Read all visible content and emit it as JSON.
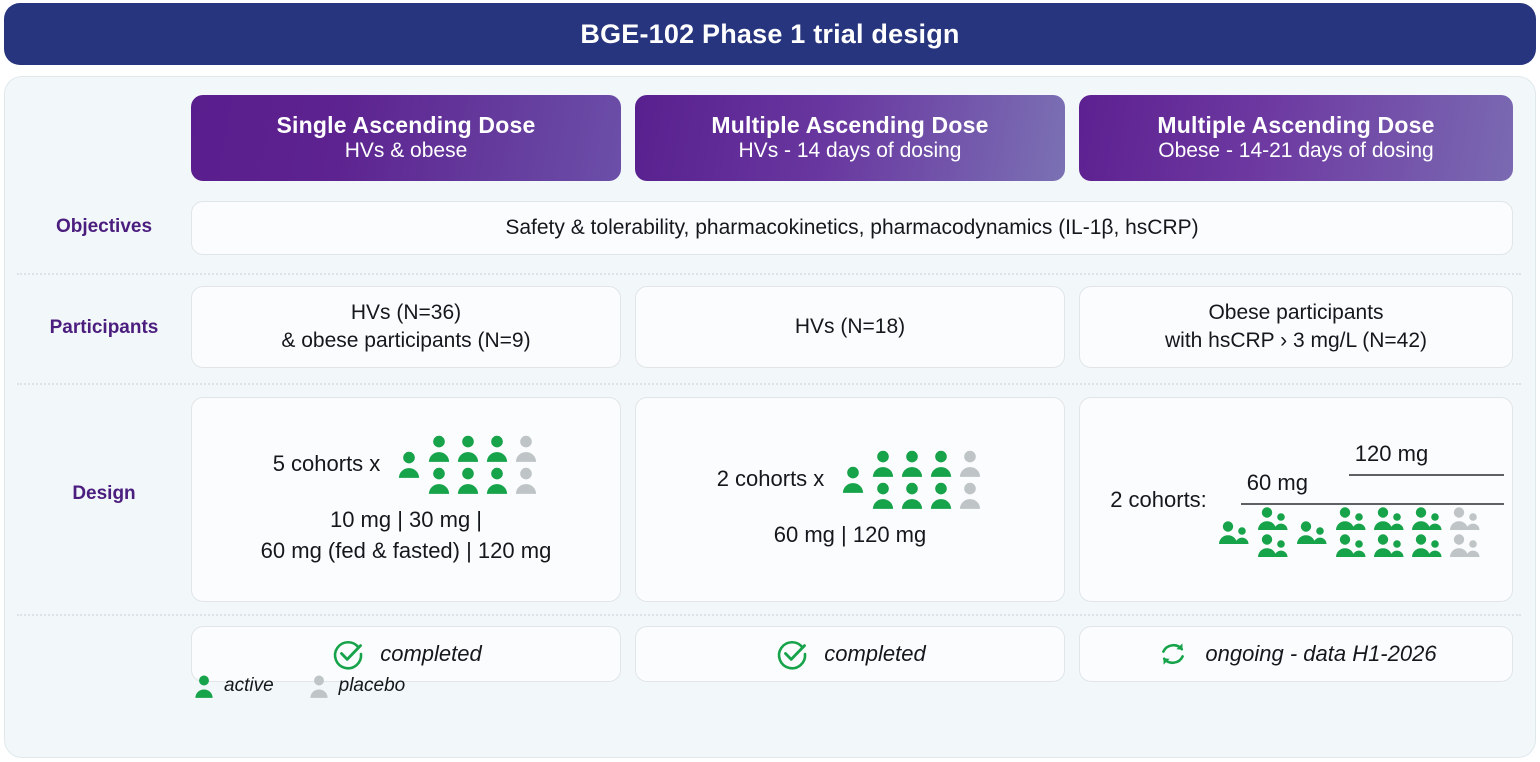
{
  "header": {
    "title": "BGE-102 Phase 1 trial design"
  },
  "colors": {
    "title_bar": "#27357e",
    "panel_bg": "#f2f7f9",
    "row_label": "#4b1d7e",
    "active_green": "#16a34a",
    "placebo_gray": "#bfc4c7",
    "header_gradient_start": "#5a1d8d",
    "header_gradient_end": "#7a6ab2"
  },
  "columns": [
    {
      "title": "Single Ascending Dose",
      "subtitle": "HVs & obese"
    },
    {
      "title": "Multiple Ascending Dose",
      "subtitle": "HVs - 14 days of dosing"
    },
    {
      "title": "Multiple Ascending Dose",
      "subtitle": "Obese - 14-21 days of dosing"
    }
  ],
  "rows": {
    "objectives": {
      "label": "Objectives",
      "value": "Safety & tolerability, pharmacokinetics, pharmacodynamics (IL-1β, hsCRP)"
    },
    "participants": {
      "label": "Participants",
      "values": [
        "HVs (N=36)\n& obese participants (N=9)",
        "HVs (N=18)",
        "Obese participants\nwith hsCRP › 3 mg/L (N=42)"
      ]
    },
    "design": {
      "label": "Design",
      "col1": {
        "cohorts": "5 cohorts  x",
        "doses": "10 mg | 30 mg |\n60 mg (fed & fasted) | 120 mg",
        "icons": {
          "single_lead": 1,
          "grid_rows": 2,
          "grid_cols": 4,
          "active_per_row": 3,
          "placebo_per_row": 1
        }
      },
      "col2": {
        "cohorts": "2 cohorts  x",
        "doses": "60 mg | 120 mg",
        "icons": {
          "single_lead": 1,
          "grid_rows": 2,
          "grid_cols": 4,
          "active_per_row": 3,
          "placebo_per_row": 1
        }
      },
      "col3": {
        "cohorts": "2 cohorts:",
        "bracket_labels": [
          "60 mg",
          "120 mg"
        ],
        "icons": {
          "lead_pairs": 1,
          "mid_col_pairs": 2,
          "second_lead_pairs": 1,
          "grid_rows": 2,
          "grid_cols": 4,
          "active_per_row": 3,
          "placebo_per_row": 1
        }
      }
    },
    "status": {
      "values": [
        {
          "icon": "check-circle-icon",
          "text": "completed"
        },
        {
          "icon": "check-circle-icon",
          "text": "completed"
        },
        {
          "icon": "refresh-icon",
          "text": "ongoing - data H1-2026"
        }
      ]
    }
  },
  "legend": [
    {
      "icon": "person-icon",
      "label": "active",
      "color": "#16a34a"
    },
    {
      "icon": "person-icon",
      "label": "placebo",
      "color": "#bfc4c7"
    }
  ]
}
